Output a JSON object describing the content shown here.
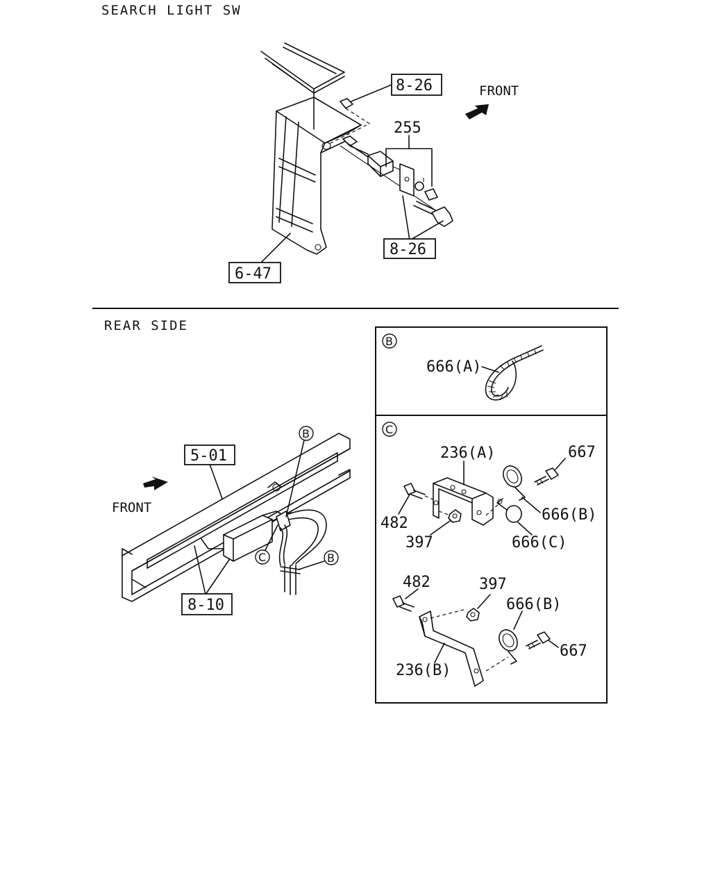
{
  "headers": {
    "top": "SEARCH LIGHT SW",
    "bottom": "REAR SIDE"
  },
  "top_view": {
    "ref_8_26_upper": "8-26",
    "ref_8_26_lower": "8-26",
    "ref_6_47": "6-47",
    "part_255": "255",
    "front": "FRONT"
  },
  "rear_view": {
    "ref_5_01": "5-01",
    "ref_8_10": "8-10",
    "front": "FRONT",
    "marker_b": "B",
    "marker_c": "C"
  },
  "detail_b": {
    "marker": "B",
    "part_666a": "666(A)"
  },
  "detail_c": {
    "marker": "C",
    "upper": {
      "part_236a": "236(A)",
      "part_667": "667",
      "part_482": "482",
      "part_666b": "666(B)",
      "part_397": "397",
      "part_666c": "666(C)"
    },
    "lower": {
      "part_482": "482",
      "part_397": "397",
      "part_666b": "666(B)",
      "part_667": "667",
      "part_236b": "236(B)"
    }
  }
}
